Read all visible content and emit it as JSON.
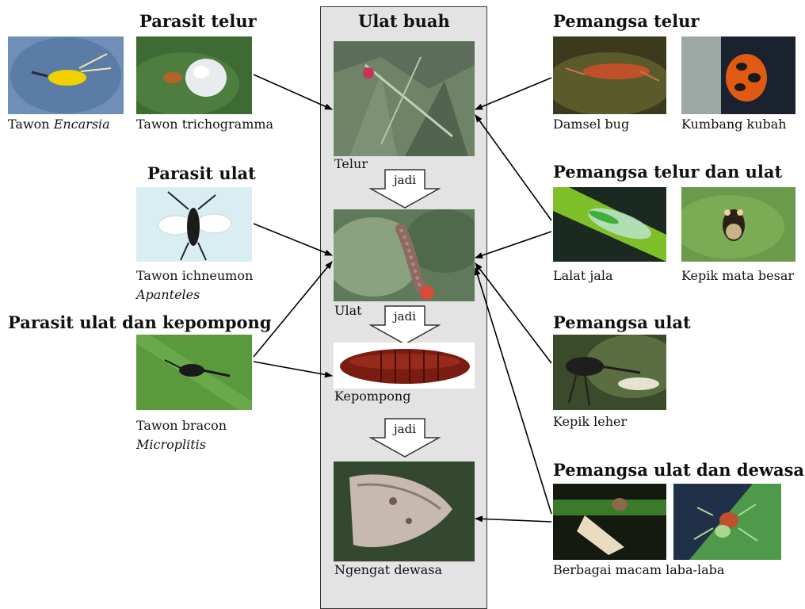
{
  "center": {
    "title": "Ulat buah",
    "stages": [
      "Telur",
      "Ulat",
      "Kepompong",
      "Ngengat dewasa"
    ],
    "arrow_label": "jadi"
  },
  "left": {
    "parasit_telur": {
      "heading": "Parasit telur",
      "encarsia_prefix": "Tawon ",
      "encarsia_name": "Encarsia",
      "trichogramma": "Tawon trichogramma"
    },
    "parasit_ulat": {
      "heading": "Parasit ulat",
      "ichneumon": "Tawon ichneumon",
      "apanteles": "Apanteles"
    },
    "parasit_ulat_kepompong": {
      "heading": "Parasit ulat dan kepompong",
      "bracon": "Tawon bracon",
      "microplitis": "Microplitis"
    }
  },
  "right": {
    "pemangsa_telur": {
      "heading": "Pemangsa telur",
      "damsel": "Damsel bug",
      "kumbang": "Kumbang kubah"
    },
    "pemangsa_telur_ulat": {
      "heading": "Pemangsa telur dan ulat",
      "lalat": "Lalat jala",
      "kepik": "Kepik mata besar"
    },
    "pemangsa_ulat": {
      "heading": "Pemangsa ulat",
      "kepik_leher": "Kepik leher"
    },
    "pemangsa_ulat_dewasa": {
      "heading": "Pemangsa ulat dan dewasa",
      "laba": "Berbagai macam laba-laba"
    }
  }
}
